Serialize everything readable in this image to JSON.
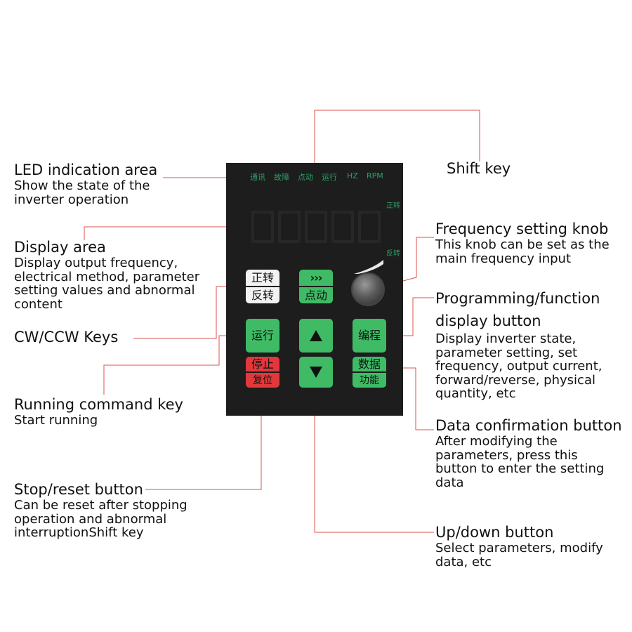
{
  "annotations": {
    "led_area": {
      "title": "LED indication area",
      "desc": [
        "Show the state of the",
        "inverter operation"
      ]
    },
    "display_area": {
      "title": "Display area",
      "desc": [
        "Display output frequency,",
        "electrical method, parameter",
        "setting values and abnormal",
        "content"
      ]
    },
    "cw_ccw": {
      "title": "CW/CCW Keys"
    },
    "running": {
      "title": "Running command key",
      "desc": [
        "Start running"
      ]
    },
    "stop_reset": {
      "title": "Stop/reset button",
      "desc": [
        "Can be reset after stopping",
        "operation and abnormal",
        "interruptionShift key"
      ]
    },
    "shift": {
      "title": "Shift key"
    },
    "freq_knob": {
      "title": "Frequency setting knob",
      "desc": [
        "This knob can be set as the",
        "main frequency input"
      ]
    },
    "programming": {
      "title": [
        "Programming/function",
        "display button"
      ],
      "desc": [
        "Display inverter state,",
        "parameter setting, set",
        "frequency, output current,",
        "forward/reverse, physical",
        "quantity, etc"
      ]
    },
    "data_confirm": {
      "title": "Data confirmation button",
      "desc": [
        "After modifying the",
        "parameters, press this",
        "button to enter the setting",
        "data"
      ]
    },
    "up_down": {
      "title": "Up/down button",
      "desc": [
        "Select parameters, modify",
        "data, etc"
      ]
    }
  },
  "panel": {
    "led_labels": [
      "通讯",
      "故障",
      "点动",
      "运行",
      "HZ",
      "RPM"
    ],
    "dir_labels": {
      "forward": "正转",
      "reverse": "反转"
    },
    "keys": {
      "cw_ccw": {
        "top": "正转",
        "bottom": "反转"
      },
      "jog": {
        "top": "›››",
        "bottom": "点动"
      },
      "run": {
        "label": "运行"
      },
      "stop": {
        "top": "停止",
        "bottom": "复位"
      },
      "up": {
        "icon": "up-triangle-icon"
      },
      "down": {
        "icon": "down-triangle-icon"
      },
      "program": {
        "label": "编程"
      },
      "data": {
        "top": "数据",
        "bottom": "功能"
      }
    }
  },
  "colors": {
    "connector": "#d9534f",
    "panel": "#1c1d1c",
    "led_text": "#2fa06a",
    "green_key": "#3fbb66",
    "red_key": "#e2383c",
    "white_key": "#f2f2f2"
  }
}
